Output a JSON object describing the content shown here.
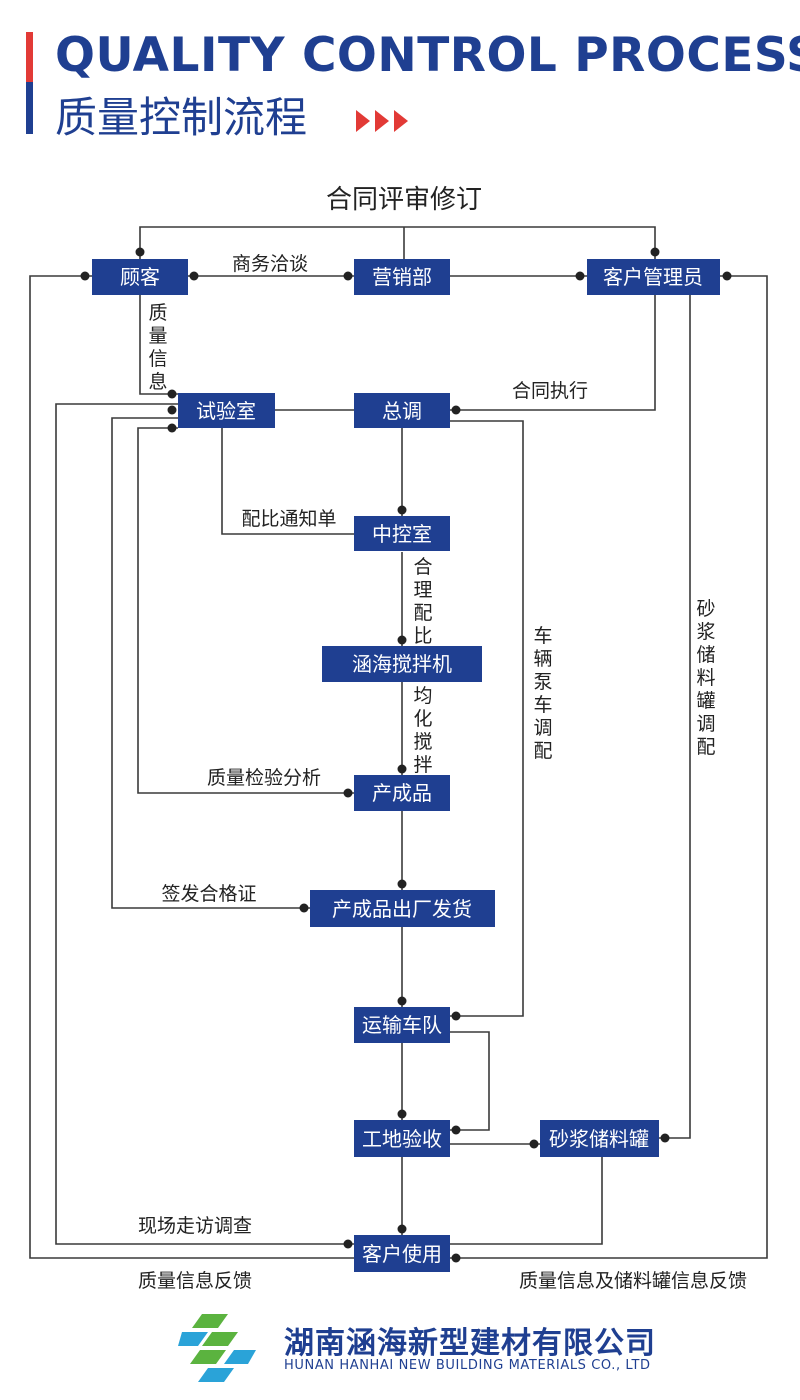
{
  "header": {
    "title_en": "QUALITY CONTROL PROCESS",
    "title_cn": "质量控制流程"
  },
  "diagram": {
    "title": "合同评审修订",
    "nodes": {
      "customer": "顾客",
      "marketing": "营销部",
      "account_manager": "客户管理员",
      "lab": "试验室",
      "dispatch": "总调",
      "control_room": "中控室",
      "mixer": "涵海搅拌机",
      "product": "产成品",
      "shipping": "产成品出厂发货",
      "fleet": "运输车队",
      "site_acceptance": "工地验收",
      "mortar_tank": "砂浆储料罐",
      "customer_use": "客户使用"
    },
    "labels": {
      "business_talk": "商务洽谈",
      "quality_info": "质量信息",
      "contract_execution": "合同执行",
      "mix_notice": "配比通知单",
      "reasonable_mix": "合理配比",
      "uniform_mixing": "均化搅拌",
      "vehicle_pump": "车辆泵车调配",
      "mortar_tank_dispatch": "砂浆储料罐调配",
      "quality_analysis": "质量检验分析",
      "issue_certificate": "签发合格证",
      "site_visit": "现场走访调查",
      "quality_feedback": "质量信息反馈",
      "quality_tank_feedback": "质量信息及储料罐信息反馈"
    }
  },
  "footer": {
    "company_cn": "湖南涵海新型建材有限公司",
    "company_en": "HUNAN HANHAI NEW BUILDING MATERIALS CO., LTD"
  },
  "colors": {
    "brand_blue": "#1f3f91",
    "accent_red": "#e23a36",
    "logo_green": "#5bb33f",
    "logo_cyan": "#2aa3d8"
  }
}
